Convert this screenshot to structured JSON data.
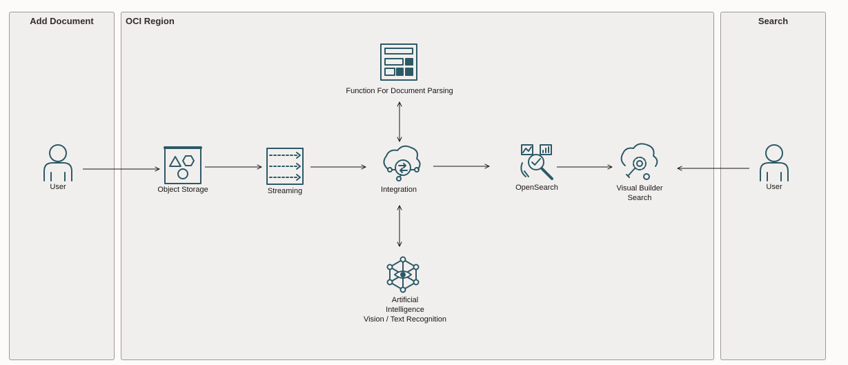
{
  "panels": {
    "add_document": "Add Document",
    "oci_region": "OCI Region",
    "search": "Search"
  },
  "nodes": {
    "user_left": "User",
    "object_storage": "Object Storage",
    "streaming": "Streaming",
    "integration": "Integration",
    "function_parsing": "Function For Document Parsing",
    "ai_line1": "Artificial",
    "ai_line2": "Intelligence",
    "ai_line3": "Vision / Text Recognition",
    "opensearch": "OpenSearch",
    "vb_line1": "Visual Builder",
    "vb_line2": "Search",
    "user_right": "User"
  },
  "colors": {
    "icon": "#2c5967",
    "arrow": "#161513",
    "panel_bg": "#f1efed",
    "panel_border": "#9e9892"
  }
}
